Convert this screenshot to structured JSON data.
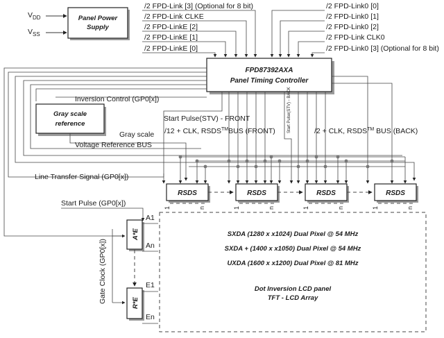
{
  "supply": {
    "vdd_main": "V",
    "vdd_sub": "DD",
    "vss_main": "V",
    "vss_sub": "SS",
    "box_line1": "Panel Power",
    "box_line2": "Supply"
  },
  "left_inputs": [
    "/2 FPD-Link [3] (Optional for 8 bit)",
    "/2 FPD-Link CLKE",
    "/2 FPD-LinkE [2]",
    "/2 FPD-LinkE [1]",
    "/2 FPD-LinkE [0]"
  ],
  "right_inputs": [
    "/2 FPD-Link0 [0]",
    "/2 FPD-Link0 [1]",
    "/2 FPD-Link0 [2]",
    "/2 FPD-Link CLK0",
    "/2 FPD-Link0 [3] (Optional for 8 bit)"
  ],
  "controller": {
    "line1": "FPD87392AXA",
    "line2": "Panel Timing Controller"
  },
  "gray_ref": {
    "line1": "Gray scale",
    "line2": "reference"
  },
  "signals": {
    "inversion": "Inversion Control (GP0[x])",
    "stv_front": "Start Pulse(STV) - FRONT",
    "stv_back": "Start Pulse(STV) - BACK",
    "gray_scale": "Gray scale",
    "voltage_ref": "Voltage Reference BUS",
    "front_bus_pre": "/12 + CLK, RSDS",
    "front_bus_sup": "TM",
    "front_bus_post": "BUS (FRONT)",
    "back_bus_pre": "/2 + CLK, RSDS",
    "back_bus_sup": "TM",
    "back_bus_post": " BUS (BACK)",
    "line_transfer": "Line Transfer Signal (GP0[x])",
    "start_pulse": "Start Pulse (GP0[x])",
    "gate_clock": "Gate Clock (GP0[x])"
  },
  "rsds": {
    "label": "RSDS",
    "pin_first": "1",
    "pin_last": "n"
  },
  "gate_drivers": {
    "upper_label": "A*E",
    "lower_label": "R*E",
    "a1": "A1",
    "an": "An",
    "e1": "E1",
    "en": "En"
  },
  "panel": {
    "modes": [
      "SXDA (1280 x x1024) Dual Pixel @ 54 MHz",
      "SXDA + (1400 x x1050) Dual Pixel @ 54 MHz",
      "UXDA (1600 x x1200) Dual Pixel @ 81 MHz"
    ],
    "desc1": "Dot Inversion LCD panel",
    "desc2": "TFT - LCD Array"
  }
}
